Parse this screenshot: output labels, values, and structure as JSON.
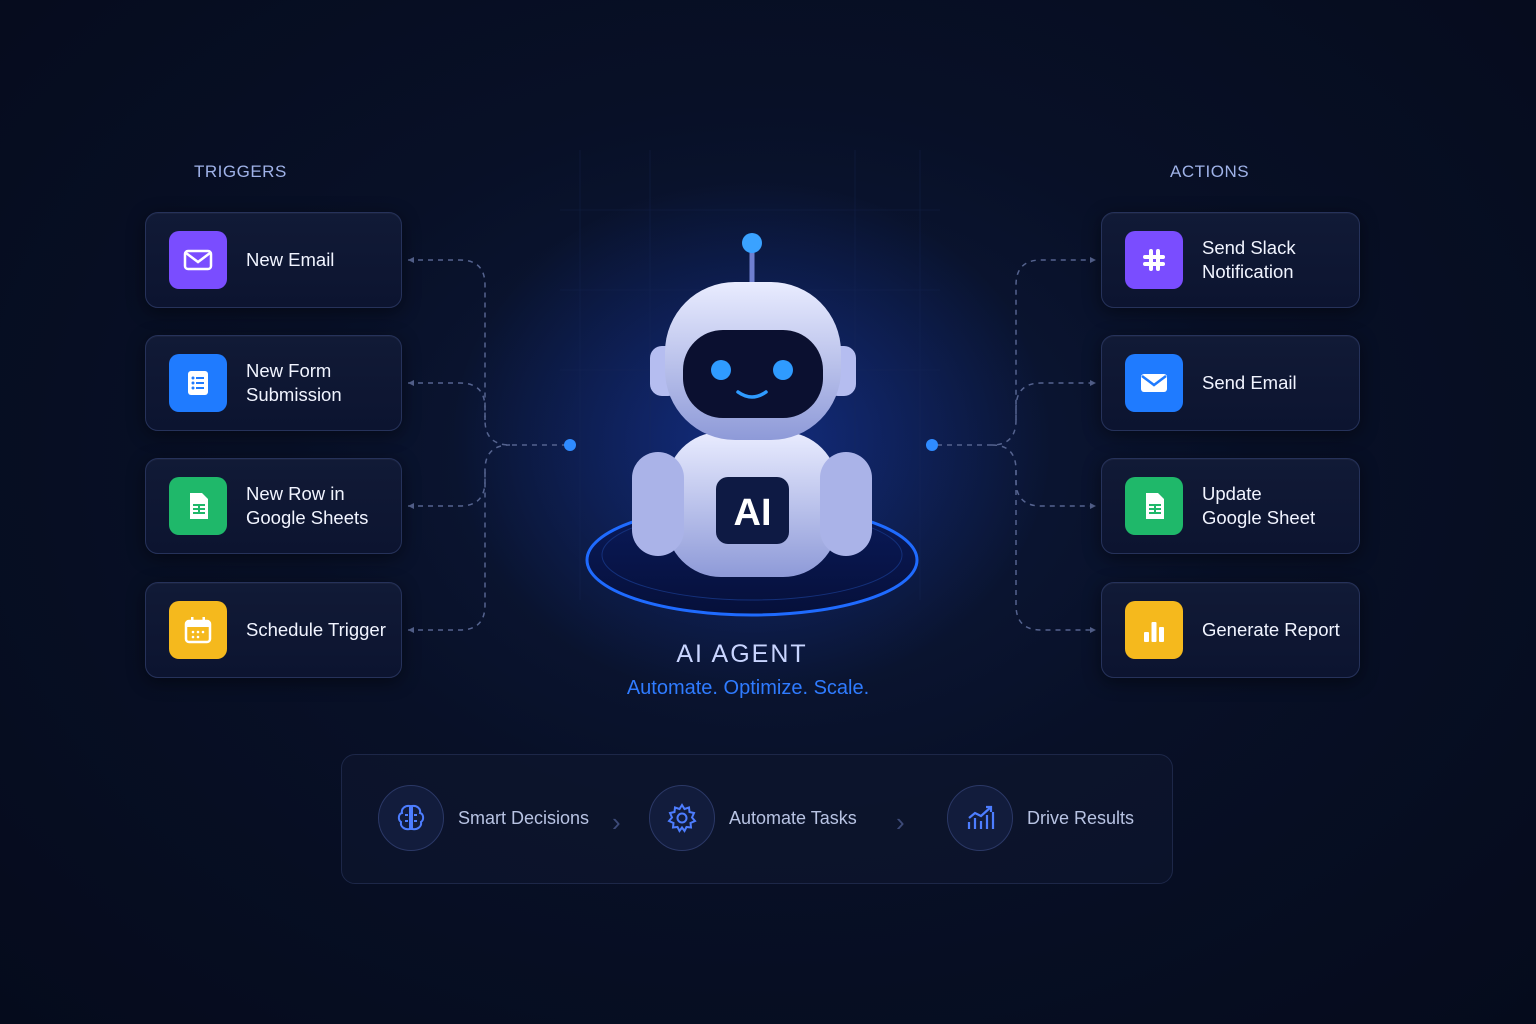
{
  "triggers": {
    "heading": "TRIGGERS",
    "items": [
      {
        "label": "New Email",
        "icon": "mail-icon",
        "color": "#7a4dff"
      },
      {
        "label": "New Form\nSubmission",
        "icon": "form-icon",
        "color": "#1f7bff"
      },
      {
        "label": "New Row in\nGoogle Sheets",
        "icon": "sheets-icon",
        "color": "#1fb86a"
      },
      {
        "label": "Schedule Trigger",
        "icon": "calendar-icon",
        "color": "#f5b91d"
      }
    ]
  },
  "actions": {
    "heading": "ACTIONS",
    "items": [
      {
        "label": "Send Slack\nNotification",
        "icon": "slack-icon",
        "color": "#7a4dff"
      },
      {
        "label": "Send Email",
        "icon": "mail-icon",
        "color": "#1f7bff"
      },
      {
        "label": "Update\nGoogle Sheet",
        "icon": "sheets-icon",
        "color": "#1fb86a"
      },
      {
        "label": "Generate Report",
        "icon": "bar-chart-icon",
        "color": "#f5b91d"
      }
    ]
  },
  "agent": {
    "badge": "AI",
    "title": "AI AGENT",
    "tagline": "Automate. Optimize. Scale.",
    "accent": "#2f7bff"
  },
  "steps": [
    {
      "label": "Smart Decisions",
      "icon": "brain-icon"
    },
    {
      "label": "Automate Tasks",
      "icon": "gear-icon"
    },
    {
      "label": "Drive Results",
      "icon": "growth-chart-icon"
    }
  ],
  "step_separator": "›"
}
